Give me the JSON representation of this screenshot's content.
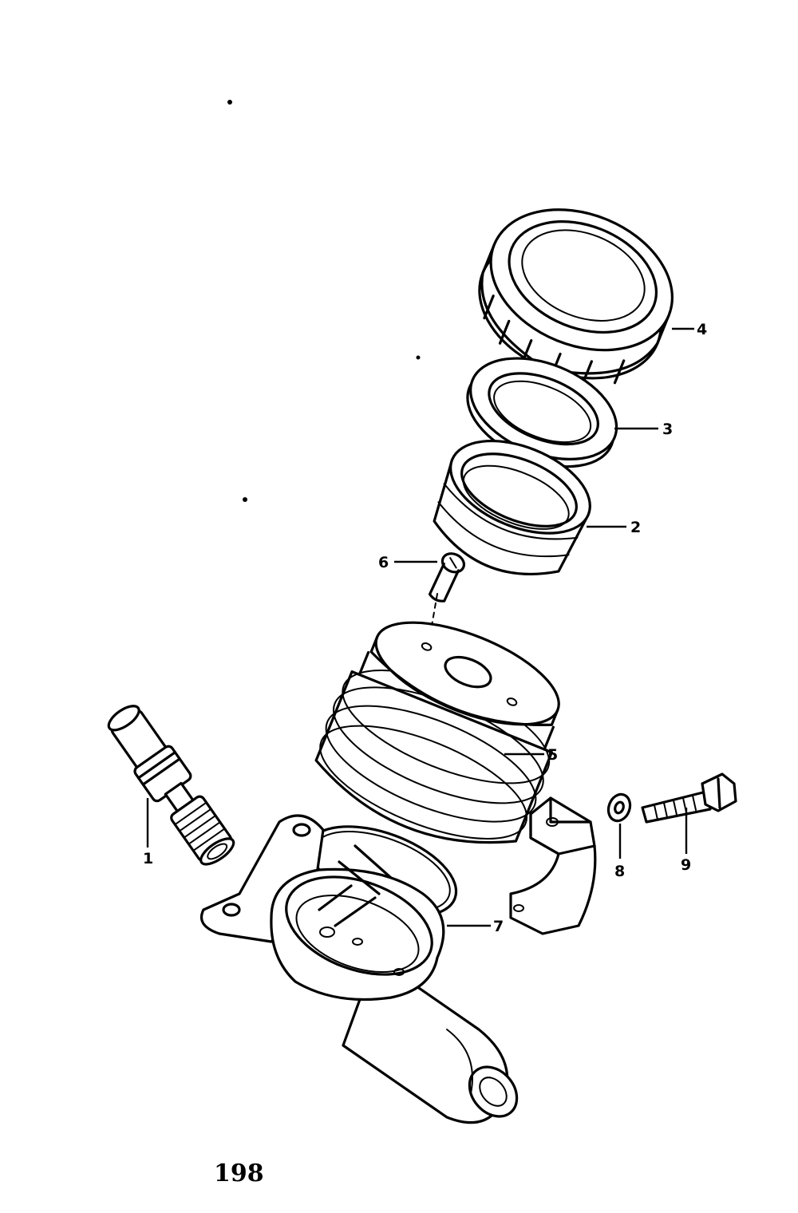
{
  "parts": [
    {
      "id": "1",
      "label": "1",
      "icon": "hose-connector-icon"
    },
    {
      "id": "2",
      "label": "2",
      "icon": "reservoir-sleeve-icon"
    },
    {
      "id": "3",
      "label": "3",
      "icon": "plate-ring-icon"
    },
    {
      "id": "4",
      "label": "4",
      "icon": "reservoir-cap-icon"
    },
    {
      "id": "5",
      "label": "5",
      "icon": "diaphragm-icon"
    },
    {
      "id": "6",
      "label": "6",
      "icon": "screw-icon"
    },
    {
      "id": "7",
      "label": "7",
      "icon": "o-ring-icon"
    },
    {
      "id": "8",
      "label": "8",
      "icon": "washer-icon"
    },
    {
      "id": "9",
      "label": "9",
      "icon": "bolt-icon"
    }
  ],
  "page_number": "198"
}
